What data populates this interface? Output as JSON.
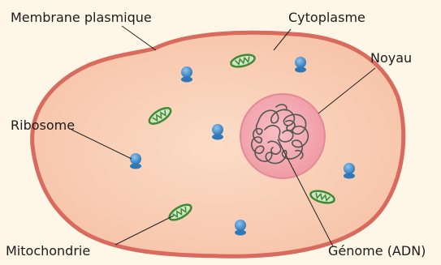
{
  "labels": {
    "membrane": "Membrane plasmique",
    "cytoplasme": "Cytoplasme",
    "noyau": "Noyau",
    "ribosome": "Ribosome",
    "mitochondrie": "Mitochondrie",
    "genome": "Génome (ADN)"
  },
  "colors": {
    "background": "#fef6e7",
    "membrane": "#d86a5e",
    "cytoplasm": "#f9d0b6",
    "nucleus": "#f4a7b0",
    "dna": "#555555",
    "ribosome": "#3d8fcf",
    "mitochondria": "#4a8d3a"
  }
}
